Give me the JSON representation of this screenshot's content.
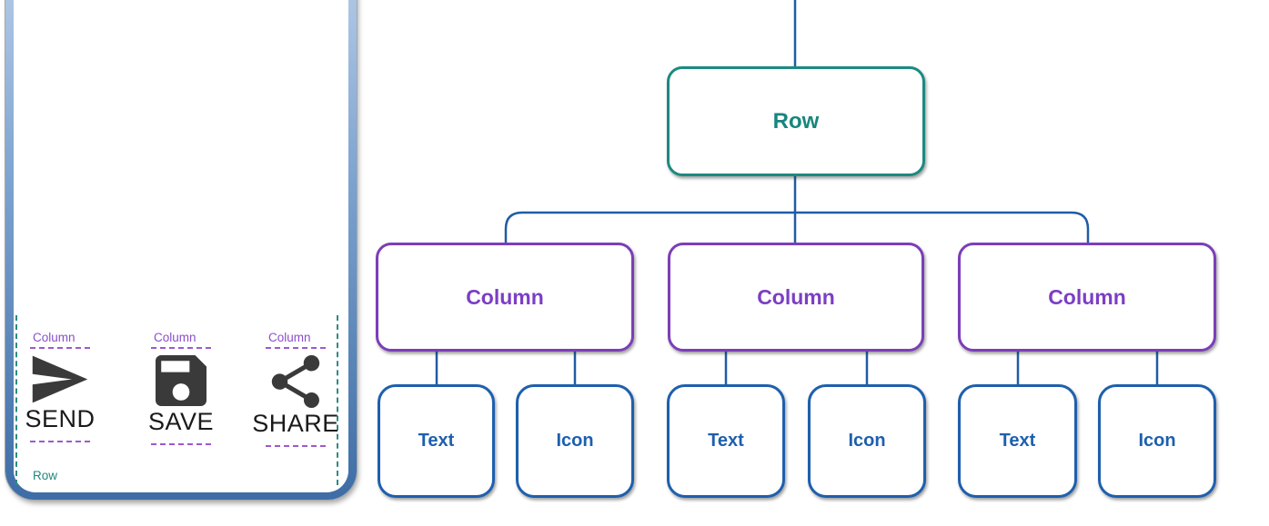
{
  "colors": {
    "teal": "#1B8A80",
    "purple": "#7C3EC0",
    "purple_dash": "#9B59D0",
    "blue": "#1E5FAD",
    "connector_blue": "#1F5CA6",
    "icon_dark": "#3A3A3A",
    "frame_blue_top": "#9FBCDF",
    "frame_blue_bottom": "#3E6DA6"
  },
  "preview": {
    "row_overlay_label": "Row",
    "columns": [
      {
        "overlay_label": "Column",
        "icon": "send-icon",
        "caption": "SEND"
      },
      {
        "overlay_label": "Column",
        "icon": "save-icon",
        "caption": "SAVE"
      },
      {
        "overlay_label": "Column",
        "icon": "share-icon",
        "caption": "SHARE"
      }
    ]
  },
  "tree": {
    "root_label": "Row",
    "columns": [
      {
        "label": "Column",
        "children": [
          {
            "label": "Text"
          },
          {
            "label": "Icon"
          }
        ]
      },
      {
        "label": "Column",
        "children": [
          {
            "label": "Text"
          },
          {
            "label": "Icon"
          }
        ]
      },
      {
        "label": "Column",
        "children": [
          {
            "label": "Text"
          },
          {
            "label": "Icon"
          }
        ]
      }
    ]
  }
}
